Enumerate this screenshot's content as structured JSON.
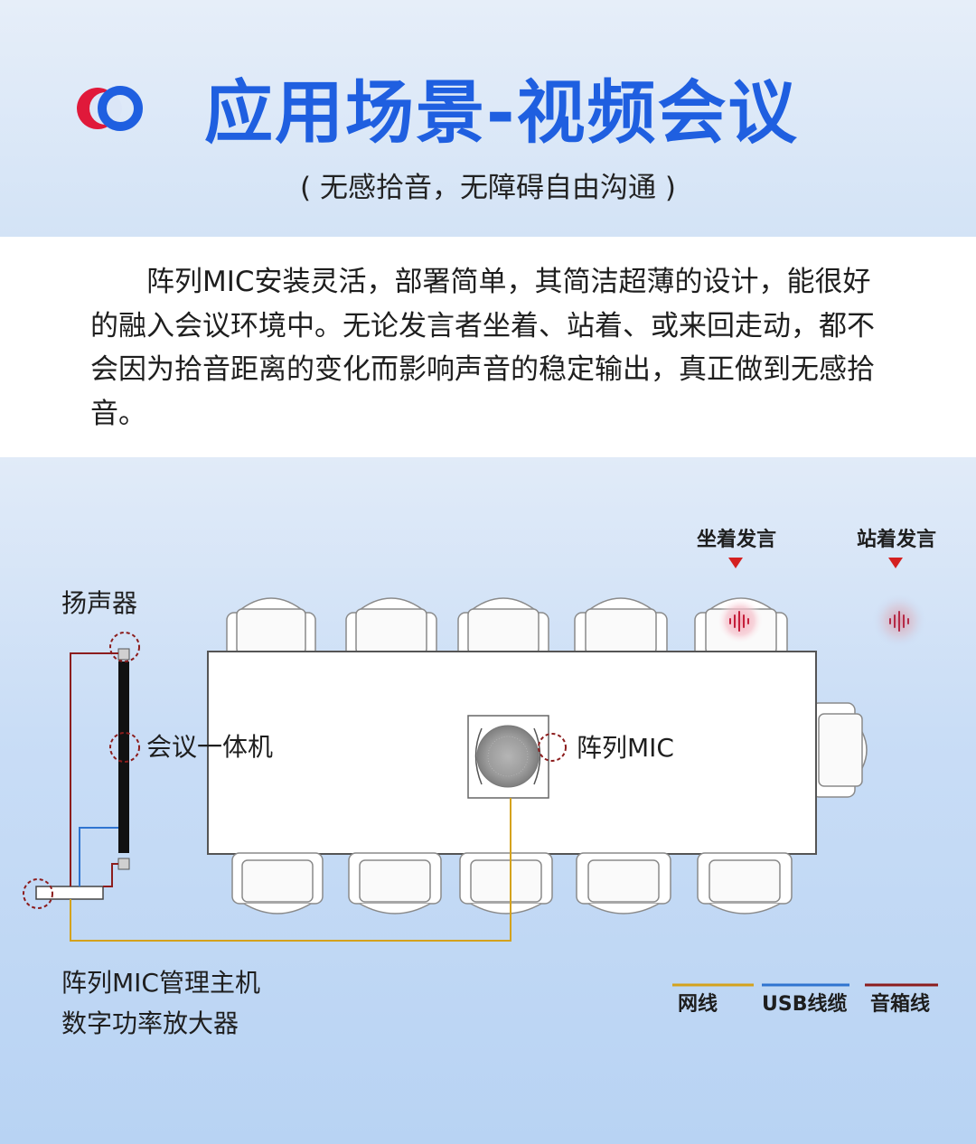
{
  "header": {
    "title": "应用场景-视频会议",
    "subtitle": "( 无感拾音，无障碍自由沟通 )"
  },
  "description": "阵列MIC安装灵活，部署简单，其简洁超薄的设计，能很好的融入会议环境中。无论发言者坐着、站着、或来回走动，都不会因为拾音距离的变化而影响声音的稳定输出，真正做到无感拾音。",
  "diagram": {
    "speaker_mode_sitting": "坐着发言",
    "speaker_mode_standing": "站着发言",
    "loudspeaker_label": "扬声器",
    "conference_unit_label": "会议一体机",
    "array_mic_label": "阵列MIC",
    "host_label_line1": "阵列MIC管理主机",
    "host_label_line2": "数字功率放大器",
    "legend": [
      {
        "label": "网线",
        "color": "#d4a21c"
      },
      {
        "label": "USB线缆",
        "color": "#2f74d0"
      },
      {
        "label": "音箱线",
        "color": "#8c1d1d"
      }
    ]
  },
  "colors": {
    "title_blue": "#1f5fe0",
    "logo_red": "#e0193a",
    "logo_blue": "#1f5fe0",
    "marker_red": "#d42020"
  }
}
